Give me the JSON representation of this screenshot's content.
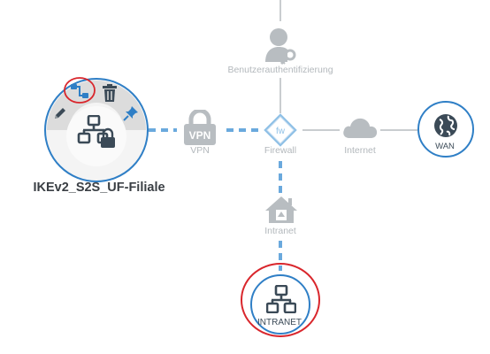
{
  "tunnel_node": {
    "name": "IKEv2_S2S_UF-Filiale",
    "actions": [
      "edit-icon",
      "connection-settings-icon",
      "delete-icon",
      "pin-icon"
    ],
    "center_icon": "network-lock-icon"
  },
  "path_nodes": {
    "auth": {
      "label": "Benutzerauthentifizierung",
      "icon": "user-key-icon"
    },
    "vpn": {
      "label": "VPN",
      "icon": "vpn-lock-icon"
    },
    "firewall": {
      "label": "Firewall",
      "icon": "firewall-diamond-icon"
    },
    "internet": {
      "label": "Internet",
      "icon": "cloud-icon"
    },
    "intranet_gateway": {
      "label": "Intranet",
      "icon": "house-network-icon"
    }
  },
  "endpoint_nodes": {
    "wan": {
      "label": "WAN",
      "icon": "globe-icon"
    },
    "intranet": {
      "label": "INTRANET",
      "icon": "network-icon"
    }
  },
  "colors": {
    "accent_blue": "#2f7fc6",
    "dashed_link": "#6aa9dd",
    "inactive_gray": "#b8bdc1",
    "highlight_red": "#d9262c",
    "dark_icon": "#3b4a57"
  }
}
